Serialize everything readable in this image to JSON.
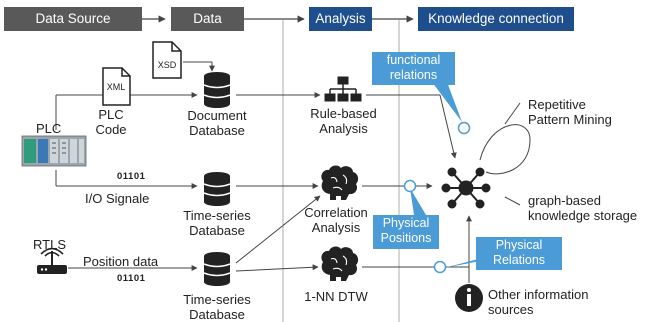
{
  "header": {
    "data_source": "Data Source",
    "data": "Data",
    "analysis": "Analysis",
    "knowledge_connection": "Knowledge connection"
  },
  "sources": {
    "plc": "PLC",
    "plc_code_line1": "PLC",
    "plc_code_line2": "Code",
    "io_signals": "I/O Signale",
    "rtls": "RTLS",
    "position_data": "Position data",
    "binary_code_io": "01101",
    "binary_code_pos": "01101",
    "xml_icon_label": "XML",
    "xsd_icon_label": "XSD"
  },
  "databases": {
    "document_line1": "Document",
    "document_line2": "Database",
    "ts1_line1": "Time-series",
    "ts1_line2": "Database",
    "ts2_line1": "Time-series",
    "ts2_line2": "Database"
  },
  "analysis": {
    "rule_line1": "Rule-based",
    "rule_line2": "Analysis",
    "corr_line1": "Correlation",
    "corr_line2": "Analysis",
    "nn_dtw": "1-NN DTW"
  },
  "knowledge": {
    "repetitive_line1": "Repetitive",
    "repetitive_line2": "Pattern Mining",
    "graph_line1": "graph-based",
    "graph_line2": "knowledge storage",
    "other_line1": "Other information",
    "other_line2": "sources"
  },
  "callouts": {
    "functional_line1": "functional",
    "functional_line2": "relations",
    "physical_pos_line1": "Physical",
    "physical_pos_line2": "Positions",
    "physical_rel_line1": "Physical",
    "physical_rel_line2": "Relations"
  },
  "colors": {
    "header_grey": "#595959",
    "header_blue": "#1f4e8c",
    "callout_blue": "#4a9bd6",
    "circle_blue": "#4a9bd6"
  }
}
